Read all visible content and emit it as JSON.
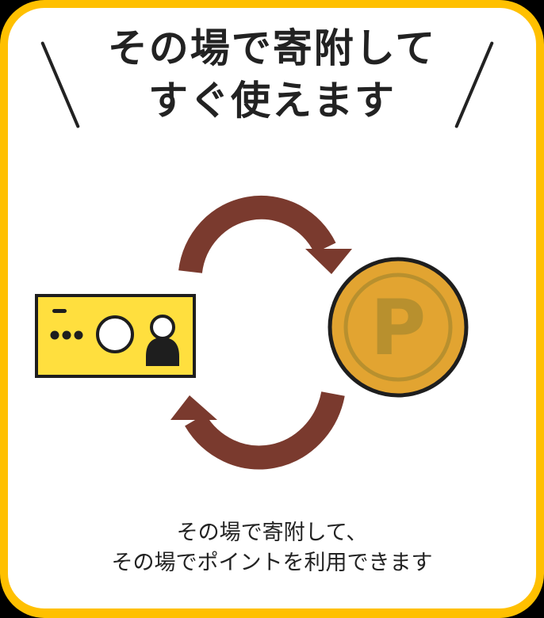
{
  "headline": {
    "line1": "その場で寄附して",
    "line2": "すぐ使えます"
  },
  "illustration": {
    "card_icon": "id-card-icon",
    "coin_icon": "point-coin-icon",
    "coin_letter": "P",
    "arrow_top": "curved-arrow-right-icon",
    "arrow_bottom": "curved-arrow-left-icon"
  },
  "caption": {
    "line1": "その場で寄附して、",
    "line2": "その場でポイントを利用できます"
  },
  "colors": {
    "border": "#FFC000",
    "background": "#FFFFFF",
    "text": "#222222",
    "card_fill": "#FFDF3E",
    "coin_fill": "#E2A431",
    "coin_emboss": "#B8902E",
    "arrow": "#7A3A2E",
    "outline": "#1E1E1E"
  }
}
